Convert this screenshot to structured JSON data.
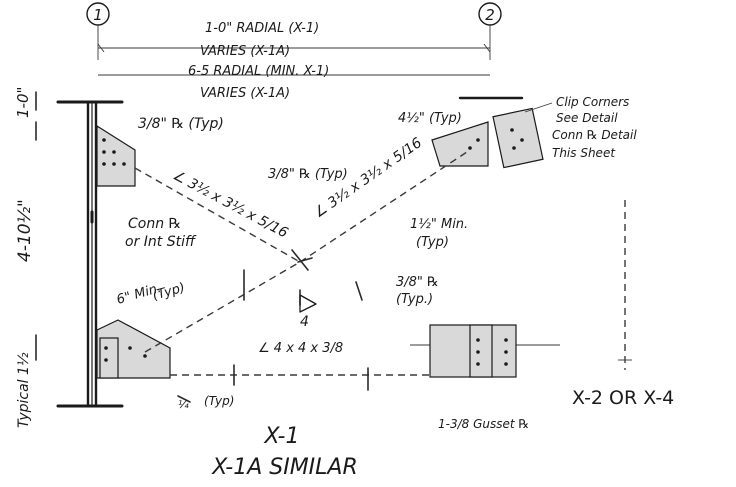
{
  "grid": {
    "left": "1",
    "right": "2"
  },
  "dims_top": {
    "line1": "1-0\" RADIAL (X-1)",
    "line2": "VARIES      (X-1A)",
    "line3": "6-5 RADIAL (MIN. X-1)",
    "line4": "VARIES  (X-1A)"
  },
  "left_dims": {
    "top": "1-0\"",
    "middle": "4-10½\"",
    "bottom": "Typical 1½"
  },
  "notes": {
    "plate_top_left": "3/8\" ℞ (Typ)",
    "angle_left": "∠ 3½ x 3½ x 5/16",
    "plate_center": "3/8\" ℞ (Typ)",
    "angle_right": "∠ 3½ x 3½ x 5/16",
    "dim_right_top": "4½\" (Typ)",
    "clip_note_1": "Clip Corners",
    "clip_note_2": "See Detail",
    "clip_note_3": "Conn ℞ Detail",
    "clip_note_4": "This Sheet",
    "conn_plate_1": "Conn ℞",
    "conn_plate_2": "or Int Stiff",
    "min_right": "1½\" Min.",
    "min_right_typ": "(Typ)",
    "min_left": "6\" Min.",
    "min_left_typ": "(Typ)",
    "plate_right": "3/8\" ℞",
    "plate_right_typ": "(Typ.)",
    "weld_size": "4",
    "angle_bottom": "∠ 4 x 4 x 3/8",
    "weld_bottom": "¼",
    "weld_bottom_typ": "(Typ)",
    "gusset": "1-3/8 Gusset ℞"
  },
  "titles": {
    "main": "X-1",
    "main_sub": "X-1A SIMILAR",
    "right": "X-2 OR X-4"
  }
}
